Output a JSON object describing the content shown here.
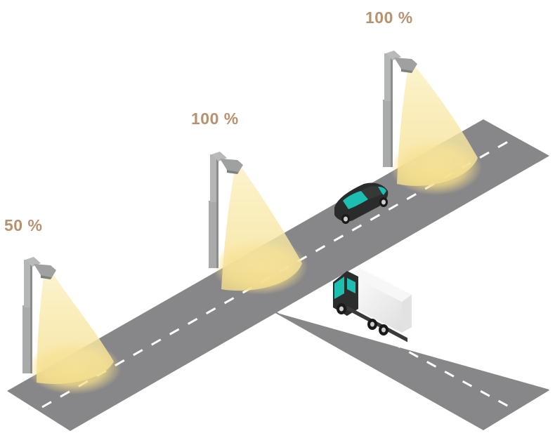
{
  "lamps": [
    {
      "label": "50 %",
      "level": 0.5
    },
    {
      "label": "100 %",
      "level": 1.0
    },
    {
      "label": "100 %",
      "level": 1.0
    }
  ],
  "colors": {
    "road": "#87878a",
    "road_dash": "#ffffff",
    "label": "#b79271",
    "pole": "#a9abab",
    "pole_dark": "#8b8d8d",
    "light_beam": "#f7e08a",
    "car_body": "#2a2c2c",
    "car_glass": "#1dbfb0",
    "truck_cab": "#2c2e2e",
    "truck_box": "#f2f2f2"
  }
}
